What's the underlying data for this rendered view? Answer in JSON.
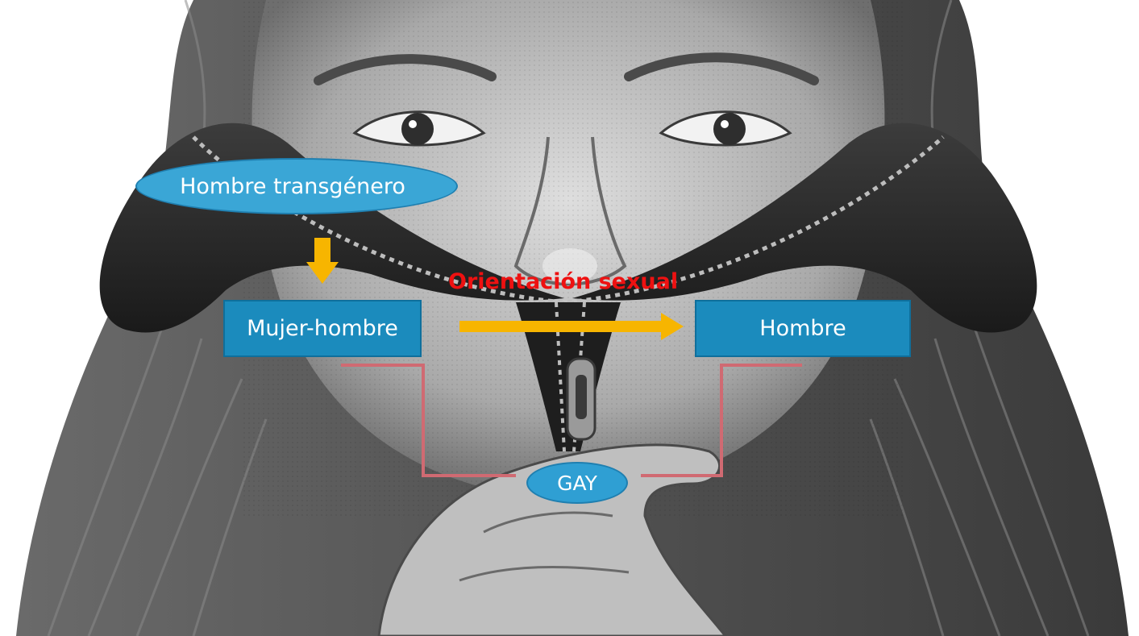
{
  "diagram": {
    "nodes": {
      "transgender_man": "Hombre transgénero",
      "woman_man": "Mujer-hombre",
      "man": "Hombre",
      "gay": "GAY"
    },
    "edge_label": "Orientación sexual"
  },
  "colors": {
    "oval_fill": "#3aa6d6",
    "box_fill": "#1b8bbd",
    "arrow": "#f7b500",
    "edge_label": "#ee1111",
    "connector": "#d06a72"
  }
}
